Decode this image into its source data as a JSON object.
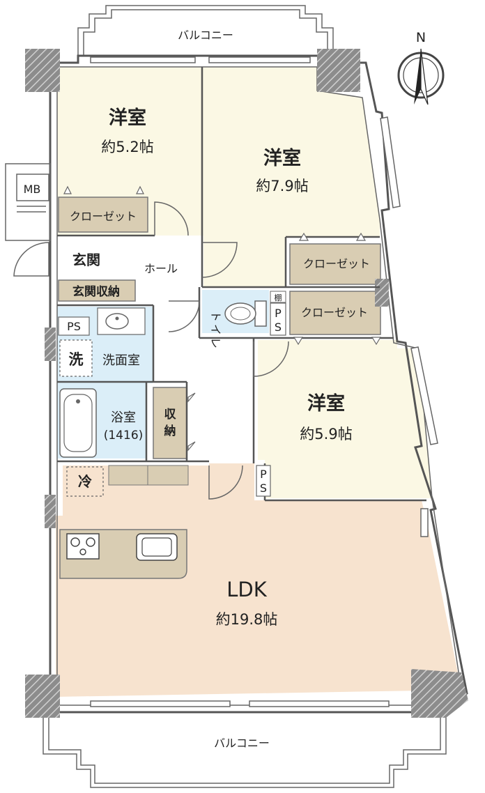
{
  "colors": {
    "room_cream": "#fbf8e4",
    "ldk_peach": "#f7e3cf",
    "closet_tan": "#d9cdb3",
    "wet_blue": "#dbeef8",
    "wall_dark": "#777777",
    "wall_hatch": "#b5b5b5"
  },
  "compass": {
    "label": "N",
    "icon": "north-arrow-compass-icon"
  },
  "balcony_top": "バルコニー",
  "balcony_bottom": "バルコニー",
  "rooms": {
    "western1": {
      "name": "洋室",
      "size": "約5.2帖"
    },
    "western2": {
      "name": "洋室",
      "size": "約7.9帖"
    },
    "western3": {
      "name": "洋室",
      "size": "約5.9帖"
    },
    "ldk": {
      "name": "LDK",
      "size": "約19.8帖"
    },
    "bath": {
      "name": "浴室",
      "code": "(1416)"
    },
    "washroom": "洗面室",
    "entrance": "玄関",
    "hall": "ホール",
    "toilet": "トイレ"
  },
  "labels": {
    "mb": "MB",
    "closet1": "クローゼット",
    "closet2": "クローゼット",
    "closet3": "クローゼット",
    "shoe_storage": "玄関収納",
    "ps1": "PS",
    "ps_toilet_p": "P",
    "ps_toilet_s": "S",
    "ps_bed_p": "P",
    "ps_bed_s": "S",
    "shelf": "棚",
    "washer": "洗",
    "fridge": "冷",
    "storage_1": "収",
    "storage_2": "納"
  },
  "icons": [
    "stove-icon",
    "sink-icon",
    "washbasin-icon",
    "toilet-icon",
    "bathtub-icon"
  ]
}
